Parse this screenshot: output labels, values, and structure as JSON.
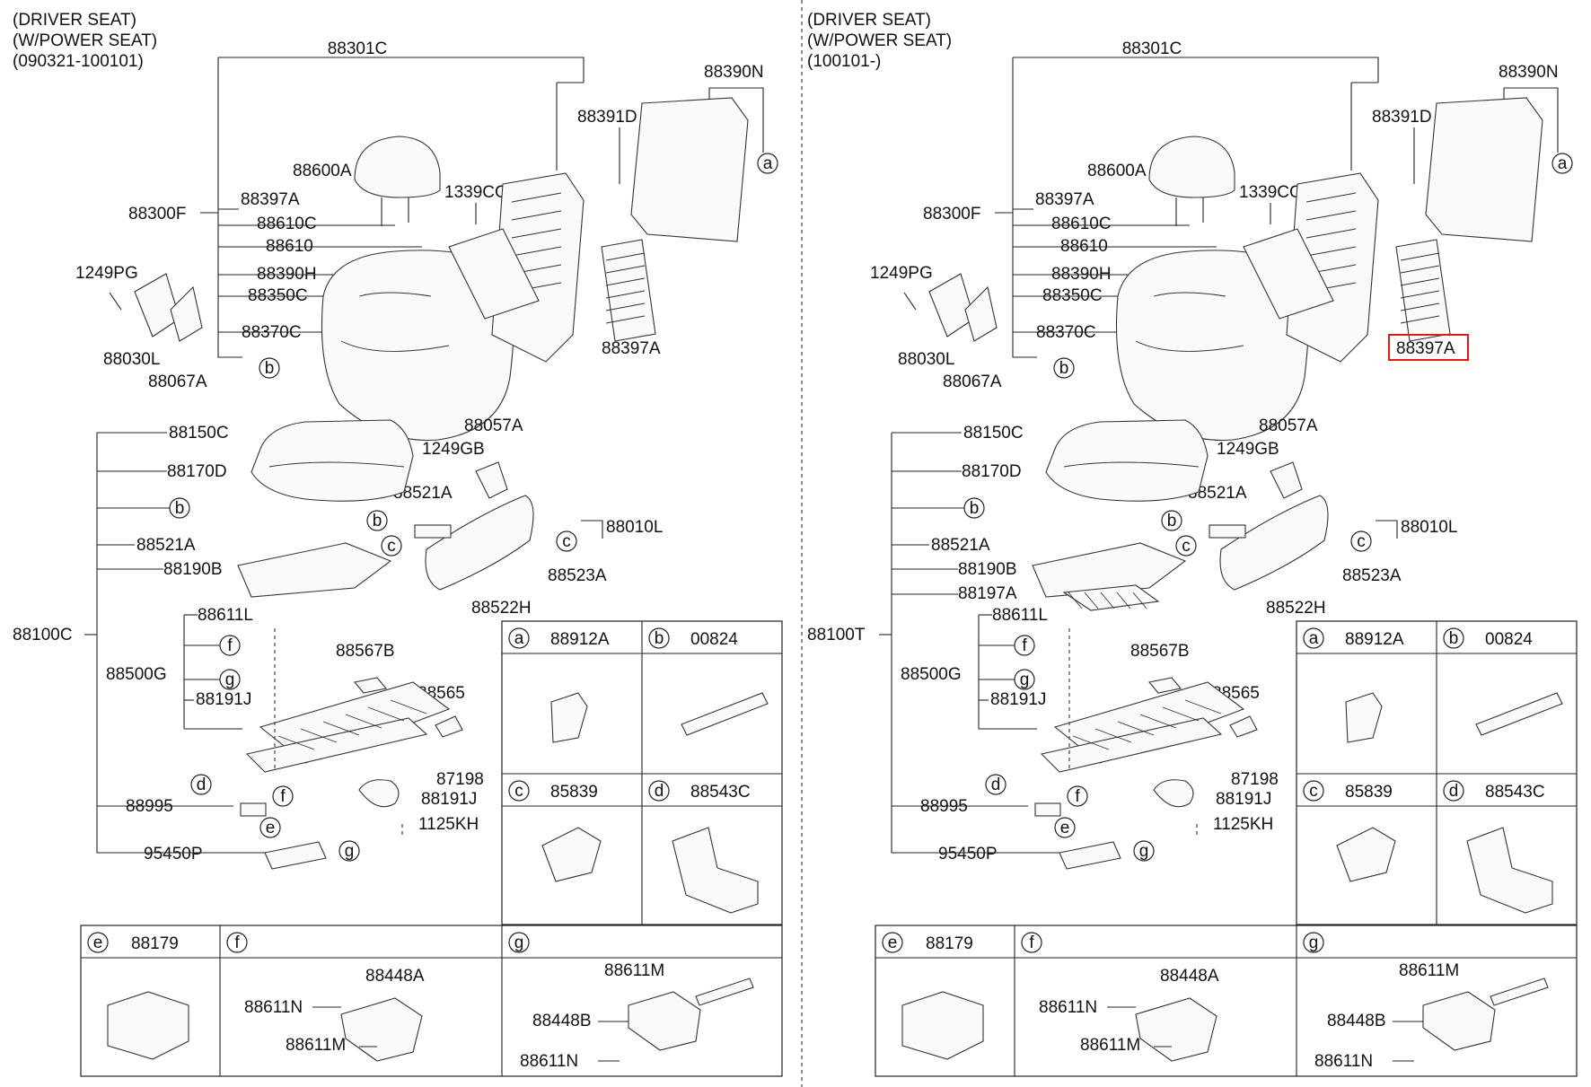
{
  "panels": [
    {
      "id": "left",
      "header": [
        "(DRIVER SEAT)",
        "(W/POWER SEAT)",
        "(090321-100101)"
      ],
      "labels": {
        "p88301C": "88301C",
        "p88390N": "88390N",
        "p88391D": "88391D",
        "p88600A": "88600A",
        "p1339CC": "1339CC",
        "p88397A_1": "88397A",
        "p88300F": "88300F",
        "p88610C": "88610C",
        "p88610": "88610",
        "p1249PG": "1249PG",
        "p88390H": "88390H",
        "p88350C": "88350C",
        "p88370C": "88370C",
        "p88030L": "88030L",
        "p88067A": "88067A",
        "p88397A_2": "88397A",
        "p88150C": "88150C",
        "p88057A": "88057A",
        "p88170D": "88170D",
        "p1249GB": "1249GB",
        "p88521A_1": "88521A",
        "p88010L": "88010L",
        "p88521A_2": "88521A",
        "p88190B": "88190B",
        "p88523A": "88523A",
        "p88522H": "88522H",
        "p88100": "88100C",
        "p88611L": "88611L",
        "p88567B": "88567B",
        "p88500G": "88500G",
        "p88565": "88565",
        "p88191J_1": "88191J",
        "p87198": "87198",
        "p88191J_2": "88191J",
        "p88995": "88995",
        "p1125KH": "1125KH",
        "p95450P": "95450P"
      },
      "callouts": {
        "a": "a",
        "b": "b",
        "c": "c",
        "d": "d",
        "e": "e",
        "f": "f",
        "g": "g"
      },
      "tables": {
        "a": "88912A",
        "b": "00824",
        "c": "85839",
        "d": "88543C",
        "e": "88179",
        "f_parts": [
          "88448A",
          "88611N",
          "88611M"
        ],
        "g_parts": [
          "88611M",
          "88448B",
          "88611N"
        ]
      }
    },
    {
      "id": "right",
      "header": [
        "(DRIVER SEAT)",
        "(W/POWER SEAT)",
        "(100101-)"
      ],
      "labels": {
        "p88301C": "88301C",
        "p88390N": "88390N",
        "p88391D": "88391D",
        "p88600A": "88600A",
        "p1339CC": "1339CC",
        "p88397A_1": "88397A",
        "p88300F": "88300F",
        "p88610C": "88610C",
        "p88610": "88610",
        "p1249PG": "1249PG",
        "p88390H": "88390H",
        "p88350C": "88350C",
        "p88370C": "88370C",
        "p88030L": "88030L",
        "p88067A": "88067A",
        "p88397A_2": "88397A",
        "p88150C": "88150C",
        "p88057A": "88057A",
        "p88170D": "88170D",
        "p1249GB": "1249GB",
        "p88521A_1": "88521A",
        "p88010L": "88010L",
        "p88521A_2": "88521A",
        "p88190B": "88190B",
        "p88523A": "88523A",
        "p88522H": "88522H",
        "p88100": "88100T",
        "p88611L": "88611L",
        "p88567B": "88567B",
        "p88500G": "88500G",
        "p88565": "88565",
        "p88191J_1": "88191J",
        "p87198": "87198",
        "p88191J_2": "88191J",
        "p88995": "88995",
        "p1125KH": "1125KH",
        "p95450P": "95450P",
        "p88197A": "88197A"
      },
      "callouts": {
        "a": "a",
        "b": "b",
        "c": "c",
        "d": "d",
        "e": "e",
        "f": "f",
        "g": "g"
      },
      "tables": {
        "a": "88912A",
        "b": "00824",
        "c": "85839",
        "d": "88543C",
        "e": "88179",
        "f_parts": [
          "88448A",
          "88611N",
          "88611M"
        ],
        "g_parts": [
          "88611M",
          "88448B",
          "88611N"
        ]
      }
    }
  ],
  "highlighted_part": "88397A",
  "highlight_color": "#e01818"
}
